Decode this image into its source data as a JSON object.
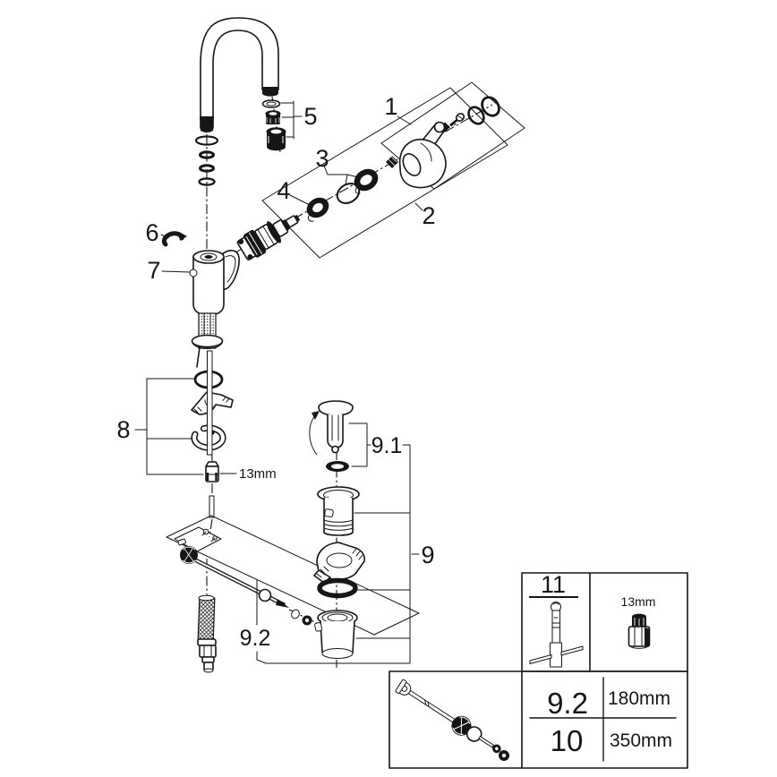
{
  "diagram": {
    "description": "Single-lever faucet exploded spare-parts diagram with pop-up drain assembly",
    "background": "#ffffff",
    "line_color": "#161616",
    "callouts": {
      "c1": "1",
      "c2": "2",
      "c3": "3",
      "c4": "4",
      "c5": "5",
      "c6": "6",
      "c7": "7",
      "c8": "8",
      "c9": "9",
      "c9_1": "9.1",
      "c9_2": "9.2",
      "nut_size": "13mm"
    },
    "legend": {
      "tool_box": {
        "part_number": "11",
        "socket_size": "13mm"
      },
      "rod_box": {
        "part_number_top": "9.2",
        "part_number_bottom": "10",
        "length_top": "180mm",
        "length_bottom": "350mm"
      }
    }
  }
}
